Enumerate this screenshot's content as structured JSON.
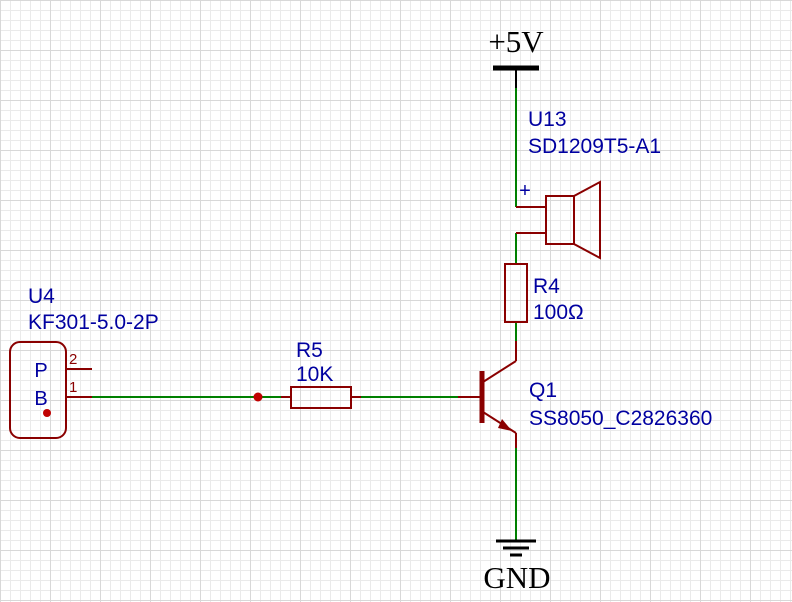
{
  "schematic": {
    "power": {
      "vcc": "+5V",
      "gnd": "GND"
    },
    "components": {
      "buzzer_u13": {
        "ref": "U13",
        "value": "SD1209T5-A1",
        "polarity_mark": "+"
      },
      "resistor_r4": {
        "ref": "R4",
        "value": "100Ω"
      },
      "resistor_r5": {
        "ref": "R5",
        "value": "10K"
      },
      "transistor_q1": {
        "ref": "Q1",
        "value": "SS8050_C2826360"
      },
      "connector_u4": {
        "ref": "U4",
        "value": "KF301-5.0-2P",
        "pin_labels": [
          "P",
          "B"
        ],
        "pin_numbers": [
          "2",
          "1"
        ]
      }
    },
    "colors": {
      "component_outline": "#8a0000",
      "wire": "#008000",
      "annotation_text": "#0000a0",
      "junction_dot": "#c00000",
      "power_symbol": "#000000",
      "grid_line": "#eaeaea",
      "background": "#ffffff"
    }
  }
}
